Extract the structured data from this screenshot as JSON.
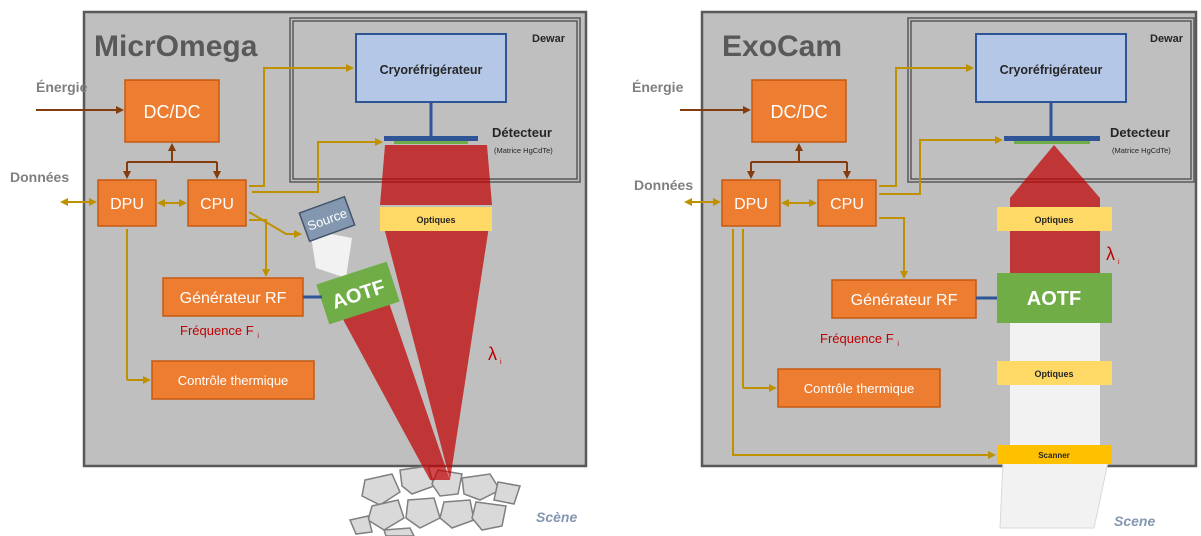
{
  "left": {
    "title": "MicrOmega",
    "energie": "Énergie",
    "donnees": "Données",
    "dewar": "Dewar",
    "cryo": "Cryoréfrigérateur",
    "detecteur": "Détecteur",
    "matrice": "(Matrice HgCdTe)",
    "dcdc": "DC/DC",
    "dpu": "DPU",
    "cpu": "CPU",
    "source": "Source",
    "optiques": "Optiques",
    "aotf": "AOTF",
    "generateur": "Générateur RF",
    "frequence": "Fréquence F",
    "frequence_sub": "i",
    "lambda": "λ",
    "lambda_sub": "i",
    "controle": "Contrôle thermique",
    "scene": "Scène"
  },
  "right": {
    "title": "ExoCam",
    "energie": "Énergie",
    "donnees": "Données",
    "dewar": "Dewar",
    "cryo": "Cryoréfrigérateur",
    "detecteur": "Detecteur",
    "matrice": "(Matrice HgCdTe)",
    "dcdc": "DC/DC",
    "dpu": "DPU",
    "cpu": "CPU",
    "optiques_top": "Optiques",
    "lambda": "λ",
    "lambda_sub": "i",
    "generateur": "Générateur RF",
    "aotf": "AOTF",
    "frequence": "Fréquence F",
    "frequence_sub": "i",
    "optiques_bottom": "Optiques",
    "controle": "Contrôle thermique",
    "scanner": "Scanner",
    "scene": "Scene"
  },
  "colors": {
    "frame": "#bfbfbf",
    "orange_box": "#ed7d31",
    "cryo_box": "#b4c7e7",
    "optics": "#ffd966",
    "aotf": "#70ad47",
    "beam": "#c00000",
    "data_link": "#bf9000",
    "power_link": "#843c0c"
  }
}
